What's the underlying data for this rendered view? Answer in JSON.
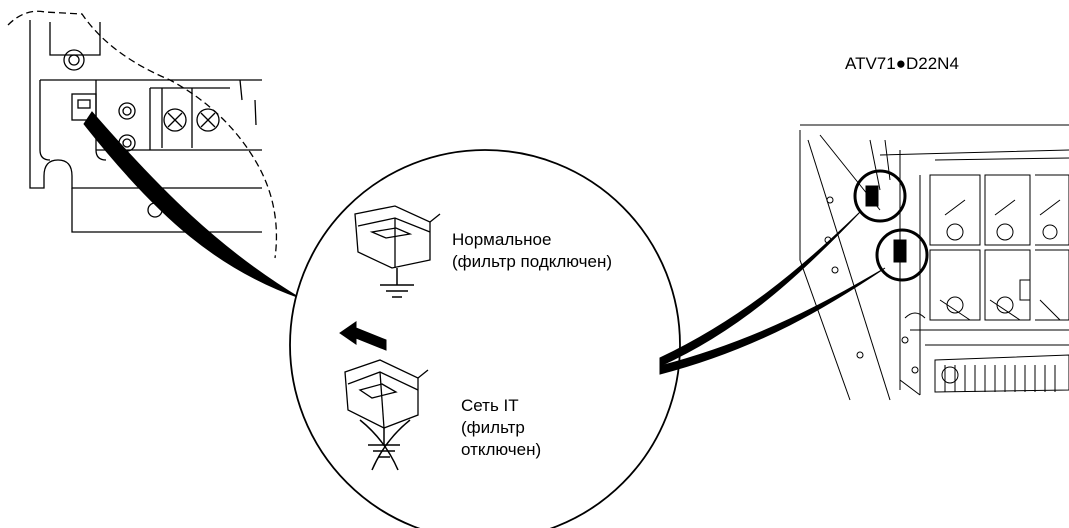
{
  "model_label": "ATV71●D22N4",
  "normal": {
    "line1": "Нормальное",
    "line2": "(фильтр подключен)"
  },
  "it_network": {
    "line1": "Сеть IT",
    "line2": "(фильтр",
    "line3": "отключен)"
  },
  "colors": {
    "line": "#000000",
    "background": "#ffffff",
    "detail_gray": "#555555"
  }
}
